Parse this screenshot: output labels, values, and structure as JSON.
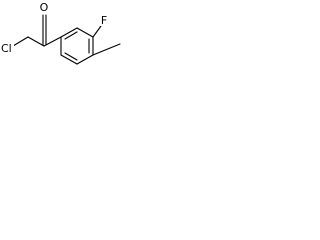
{
  "molecule": {
    "atoms": {
      "oxygen": "O",
      "fluorine": "F",
      "chlorine": "Cl"
    }
  },
  "colors": {
    "bond": "#000000",
    "label": "#000000",
    "background": "#ffffff"
  }
}
